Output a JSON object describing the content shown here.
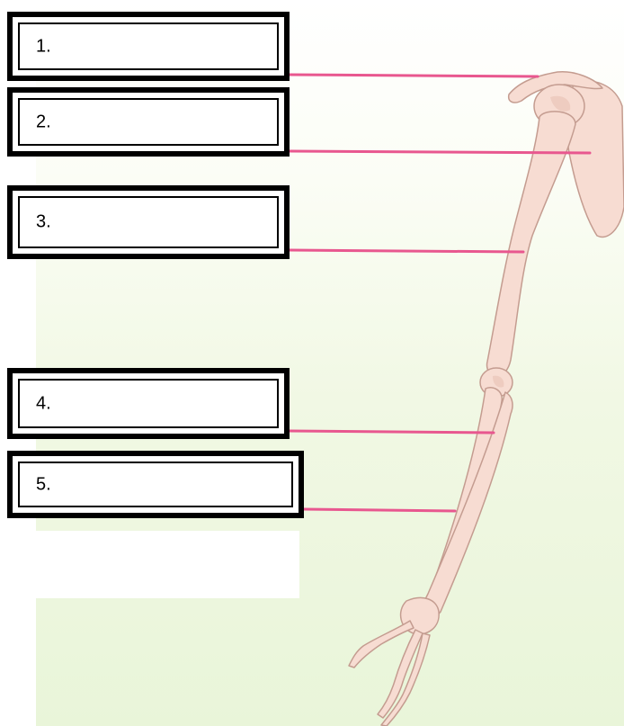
{
  "labels": [
    {
      "id": 1,
      "text": "1."
    },
    {
      "id": 2,
      "text": "2."
    },
    {
      "id": 3,
      "text": "3."
    },
    {
      "id": 4,
      "text": "4."
    },
    {
      "id": 5,
      "text": "5."
    }
  ],
  "colors": {
    "leader_line": "#e8578f",
    "bone_fill": "#f7dcd2",
    "bone_outline": "#c49c90",
    "box_border": "#000000"
  }
}
